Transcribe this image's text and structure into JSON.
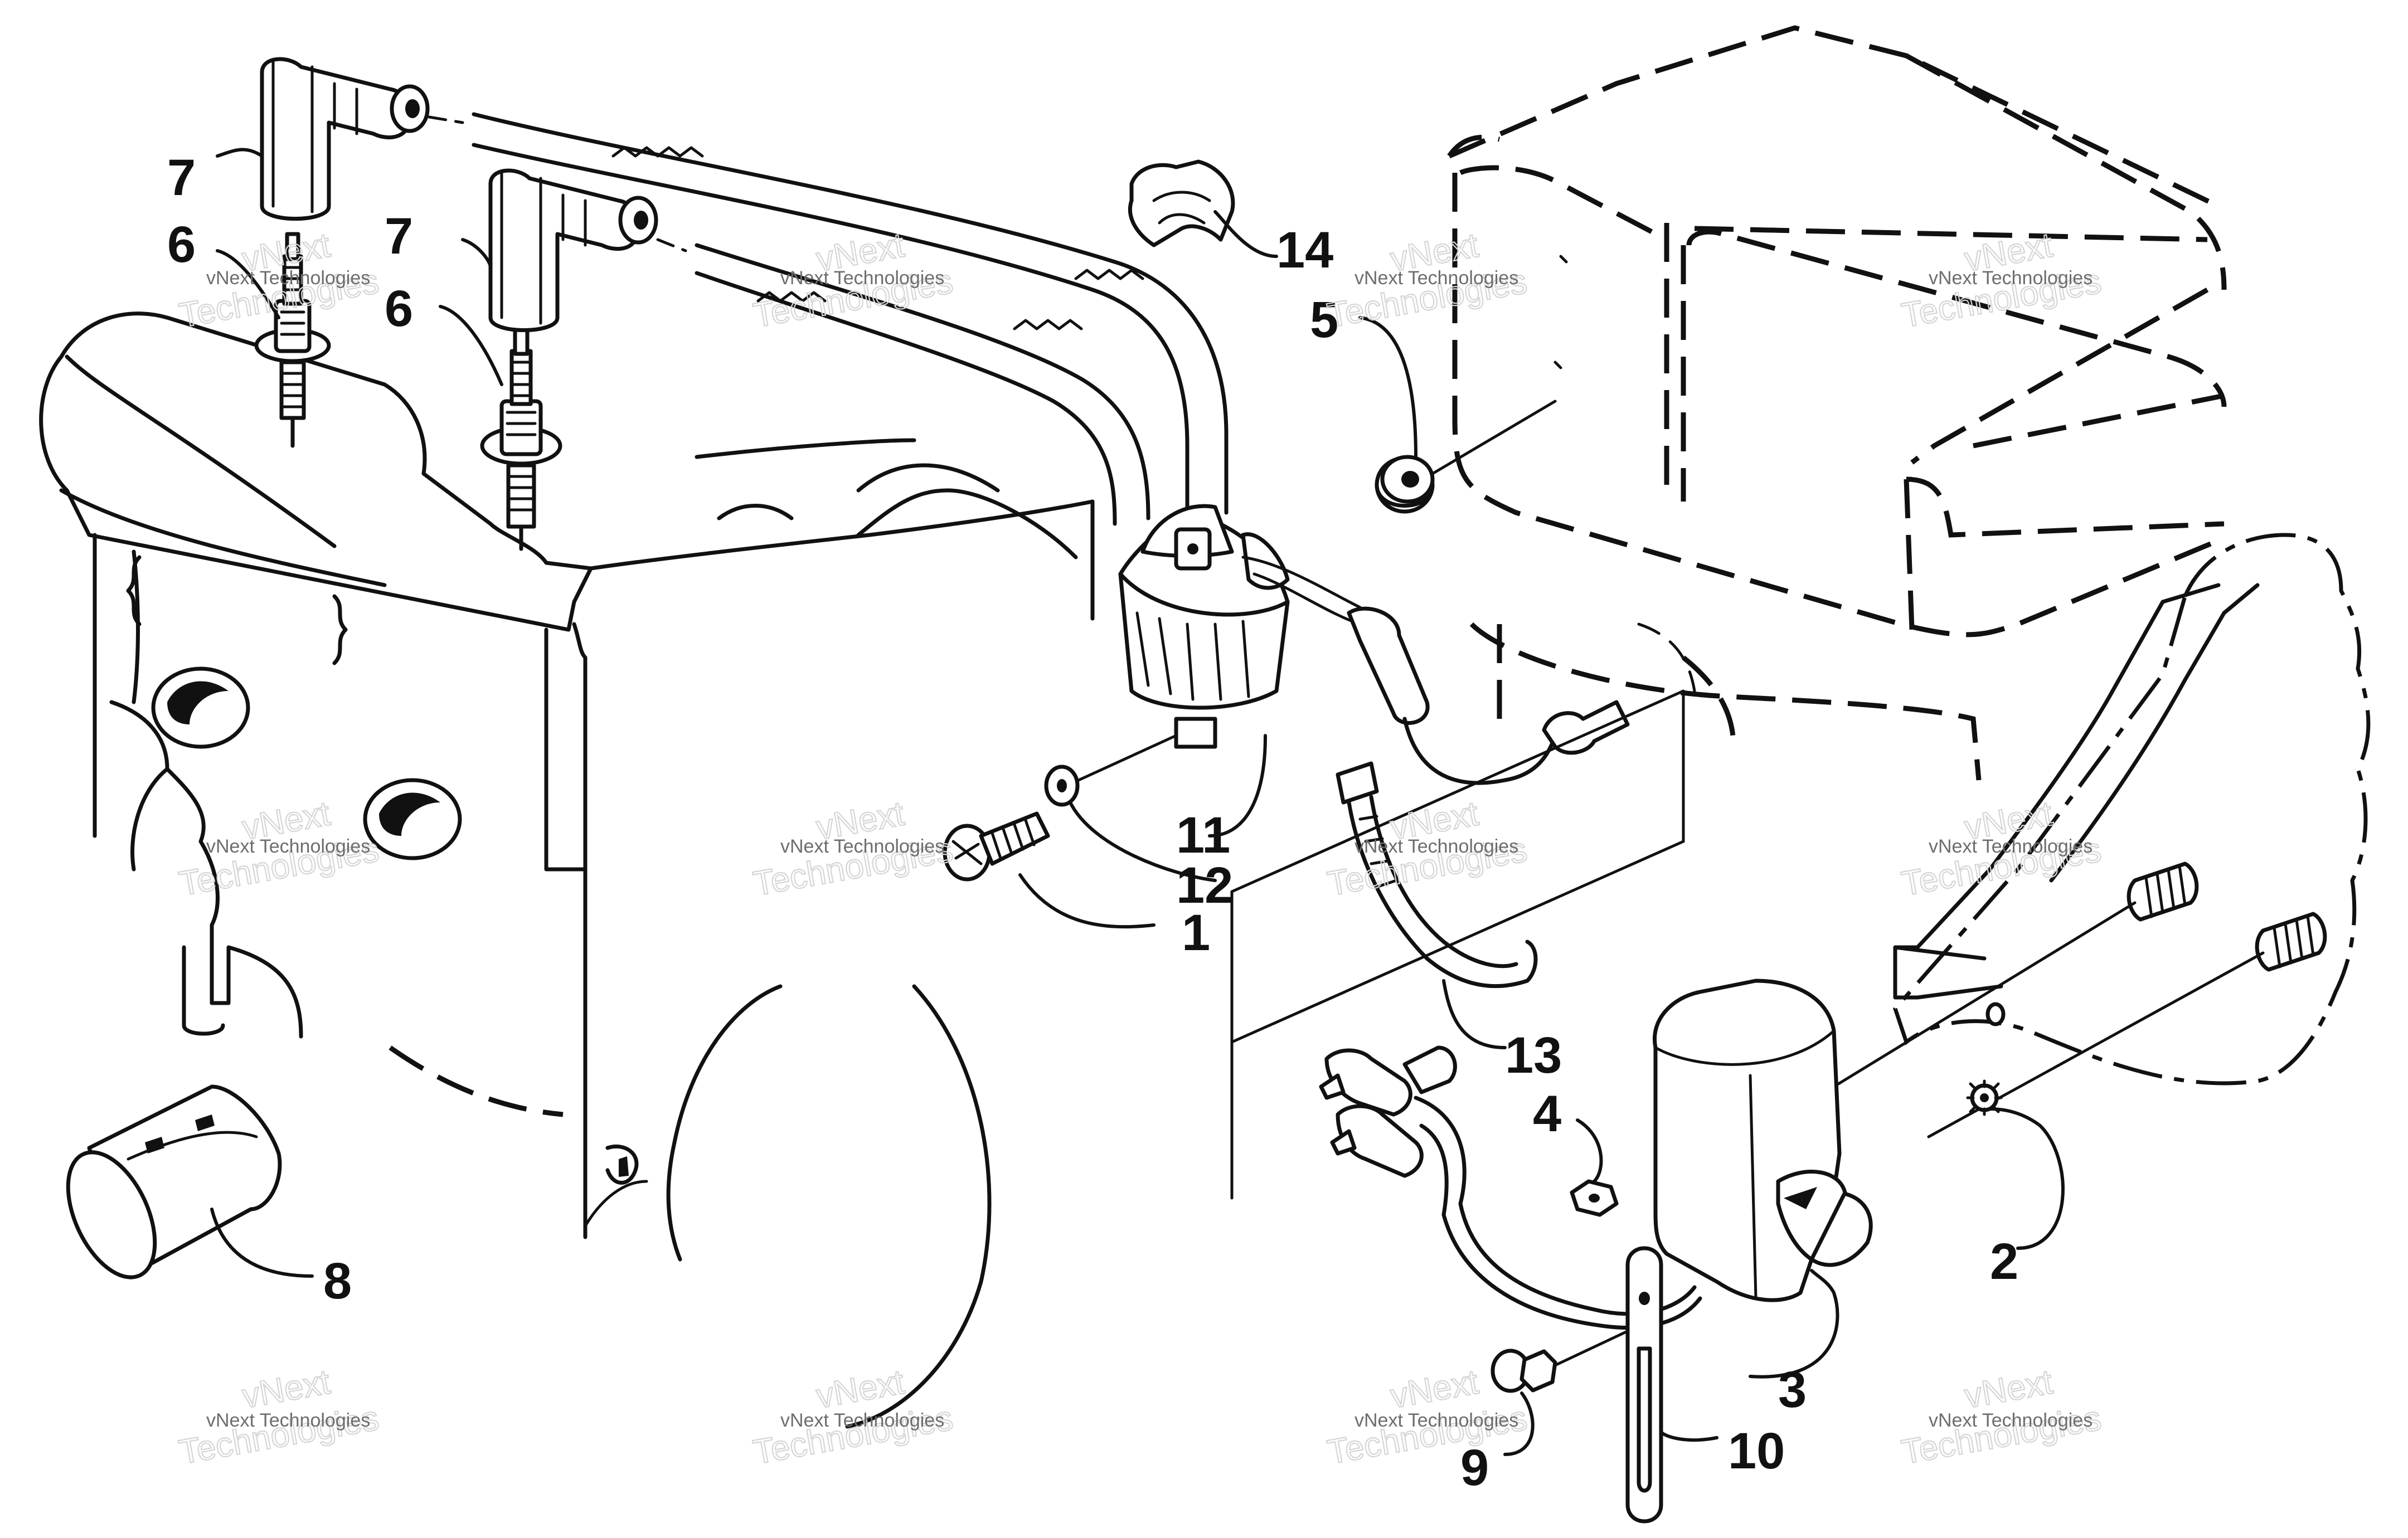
{
  "diagram": {
    "callouts": {
      "c1": "1",
      "c2": "2",
      "c3": "3",
      "c4": "4",
      "c5": "5",
      "c6a": "6",
      "c6b": "6",
      "c7a": "7",
      "c7b": "7",
      "c8": "8",
      "c9": "9",
      "c10": "10",
      "c11": "11",
      "c12": "12",
      "c13": "13",
      "c14": "14"
    },
    "watermark": {
      "small": "vNext Technologies",
      "big_top": "vNext",
      "big_bottom": "Technologies"
    }
  }
}
